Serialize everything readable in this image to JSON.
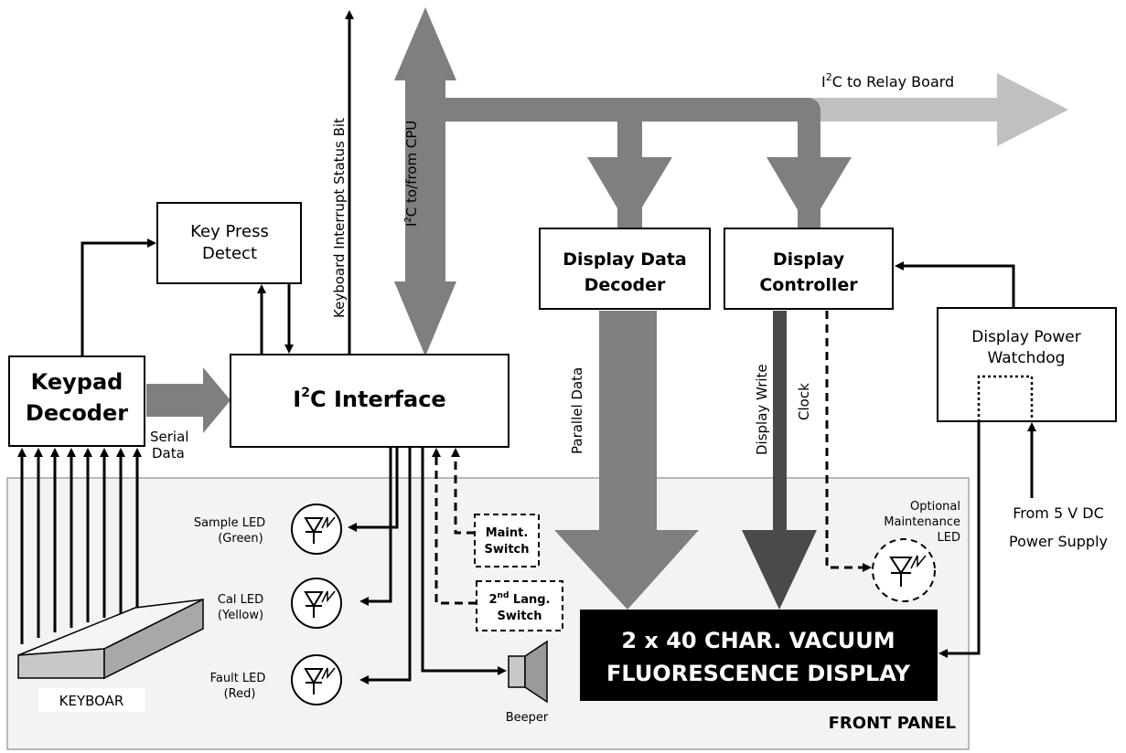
{
  "blocks": {
    "keypad_decoder": [
      "Keypad",
      "Decoder"
    ],
    "key_press_detect": [
      "Key Press",
      "Detect"
    ],
    "i2c_interface": {
      "prefix": "I",
      "sup": "2",
      "suffix": "C Interface"
    },
    "display_data_decoder": [
      "Display Data",
      "Decoder"
    ],
    "display_controller": [
      "Display",
      "Controller"
    ],
    "display_power_watchdog": [
      "Display Power",
      "Watchdog"
    ],
    "vfd_display": [
      "2 x 40 CHAR.  VACUUM",
      "FLUORESCENCE DISPLAY"
    ]
  },
  "signals": {
    "serial_data": [
      "Serial",
      "Data"
    ],
    "keyboard_interrupt": "Keyboard Interrupt Status Bit",
    "i2c_cpu": {
      "prefix": "I",
      "sup": "2",
      "suffix": "C to/from CPU"
    },
    "i2c_relay": {
      "prefix": "I",
      "sup": "2",
      "suffix": "C to Relay Board"
    },
    "parallel_data": "Parallel Data",
    "display_write": "Display Write",
    "clock": "Clock",
    "power_supply": [
      "From 5 V DC",
      "Power Supply"
    ]
  },
  "front_panel": {
    "title": "FRONT PANEL",
    "keyboard": "KEYBOAR",
    "sample_led": [
      "Sample LED",
      "(Green)"
    ],
    "cal_led": [
      "Cal LED",
      "(Yellow)"
    ],
    "fault_led": [
      "Fault LED",
      "(Red)"
    ],
    "maint_switch": [
      "Maint.",
      "Switch"
    ],
    "lang_switch": {
      "line1_prefix": "2",
      "line1_sup": "nd",
      "line1_suffix": " Lang.",
      "line2": "Switch"
    },
    "beeper": "Beeper",
    "optional_led": [
      "Optional",
      "Maintenance",
      "LED"
    ]
  },
  "colors": {
    "bus_dark": "#7f7f7f",
    "bus_light": "#c0c0c0",
    "write_dark": "#4a4a4a",
    "panel_fill": "#f3f3f3",
    "display_fill": "#000000"
  }
}
